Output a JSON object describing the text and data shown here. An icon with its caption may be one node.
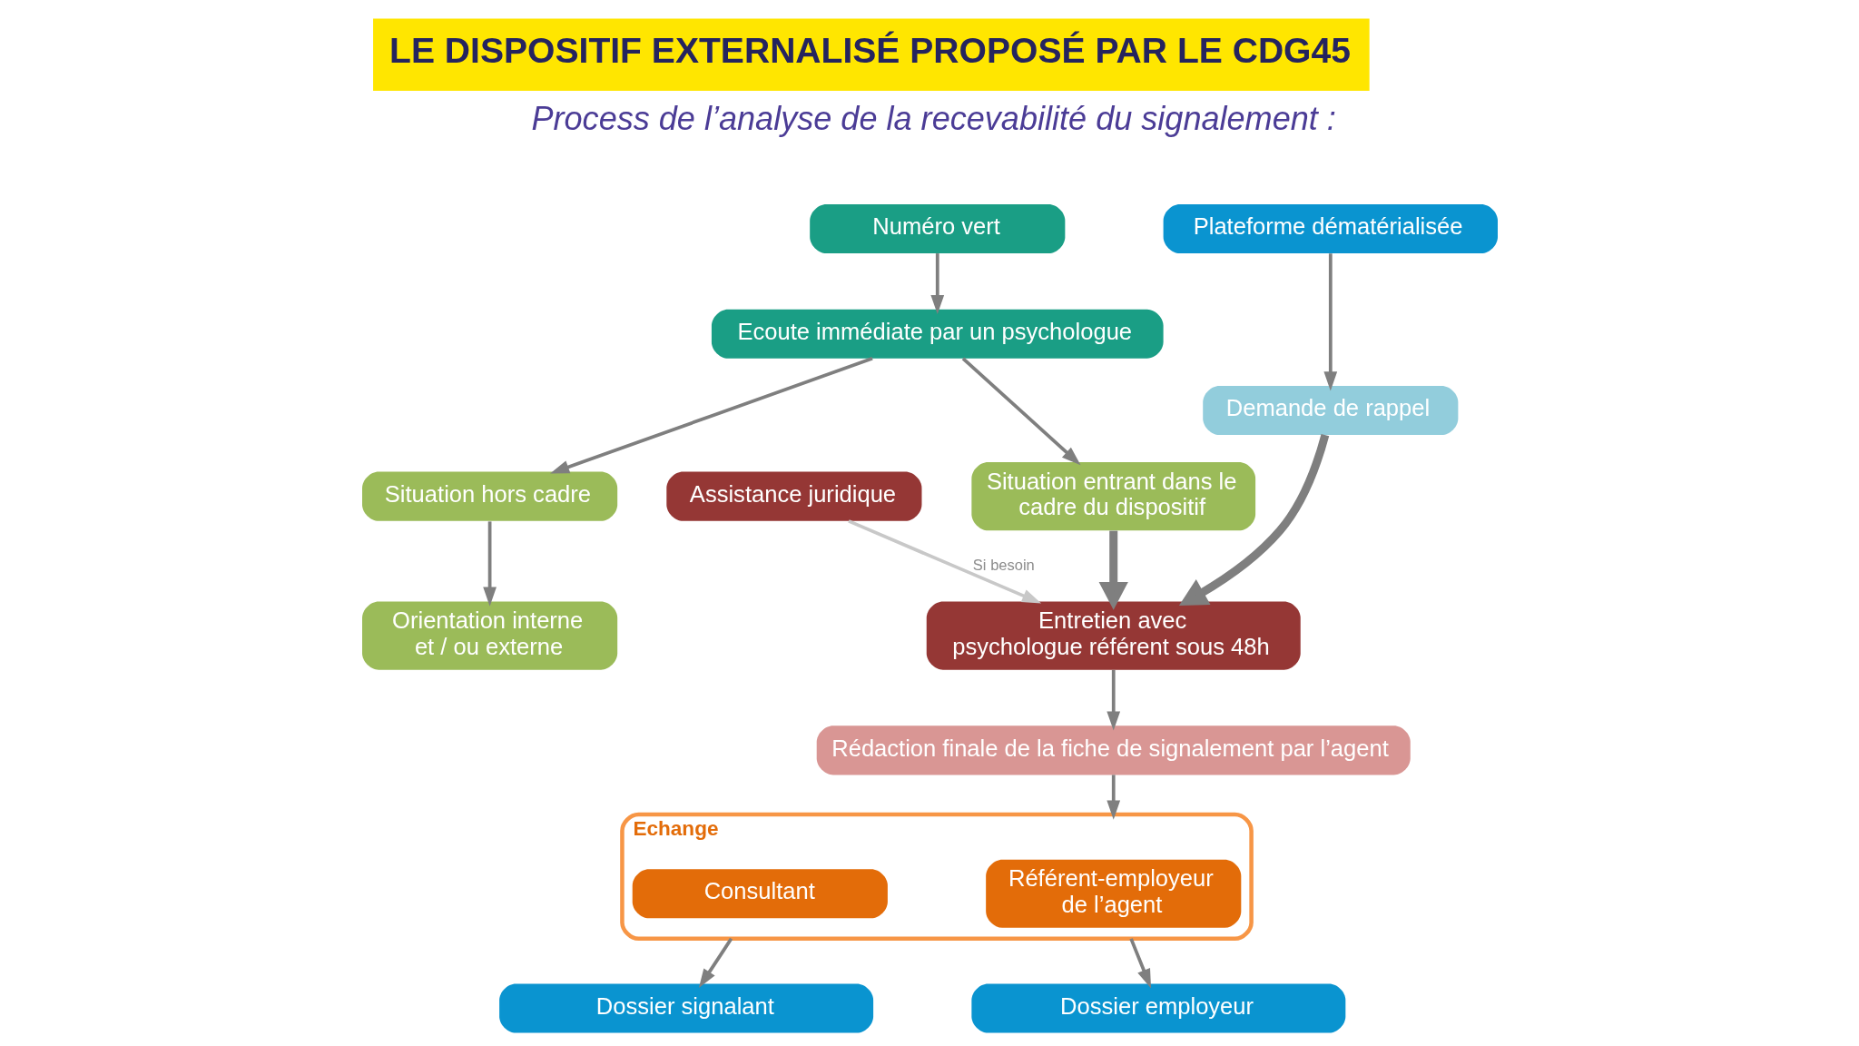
{
  "diagram": {
    "title": "LE DISPOSITIF EXTERNALISÉ PROPOSÉ PAR LE CDG45",
    "nodes": [
      {
        "text": [
          "Numéro vert"
        ]
      },
      {
        "text": [
          "Ecoute immédiate par un psychologue"
        ]
      },
      {
        "text": [
          "Situation hors cadre"
        ]
      },
      {
        "text": [
          "Situation entrant dans le cadre du dispositif"
        ]
      },
      {
        "text": [
          "Orientation interne et / ou externe"
        ]
      },
      {
        "text": [
          "Plateforme dématérialisée"
        ]
      },
      {
        "text": [
          "Demande de rappel"
        ]
      },
      {
        "text": [
          "Entretien avec psychologue référent sous 48h"
        ]
      },
      {
        "text": [
          "Assistance juridique"
        ]
      },
      {
        "text": [
          "Rédaction finale de la fiche de signalement par l’agent"
        ]
      },
      {
        "text": [
          "Echange"
        ]
      },
      {
        "text": [
          "Consultant"
        ],
        "in": 10
      },
      {
        "text": [
          "Référent-employeur de l’agent"
        ],
        "in": 10
      },
      {
        "text": [
          "Dossier signalant"
        ]
      },
      {
        "text": [
          "Dossier employeur"
        ]
      }
    ],
    "edges": [
      {
        "from": 0,
        "to": 1,
        "arrow": "to"
      },
      {
        "from": 1,
        "to": 2,
        "arrow": "to"
      },
      {
        "from": 1,
        "to": 3,
        "arrow": "to"
      },
      {
        "from": 2,
        "to": 4,
        "arrow": "to"
      },
      {
        "from": 5,
        "to": 6,
        "arrow": "to"
      },
      {
        "from": 6,
        "to": 7,
        "arrow": "to",
        "style": "thick"
      },
      {
        "from": 3,
        "to": 7,
        "arrow": "to",
        "style": "thick"
      },
      {
        "from": 8,
        "to": 7,
        "arrow": "to",
        "label": "Si besoin",
        "color": "#c8c8c8"
      },
      {
        "from": 7,
        "to": 9,
        "arrow": "to"
      },
      {
        "from": 9,
        "to": 10,
        "arrow": "to"
      },
      {
        "from": 10,
        "to": 13,
        "arrow": "to"
      },
      {
        "from": 10,
        "to": 14,
        "arrow": "to"
      }
    ],
    "labels": [
      "Process de l’analyse de la recevabilité du signalement :"
    ]
  }
}
